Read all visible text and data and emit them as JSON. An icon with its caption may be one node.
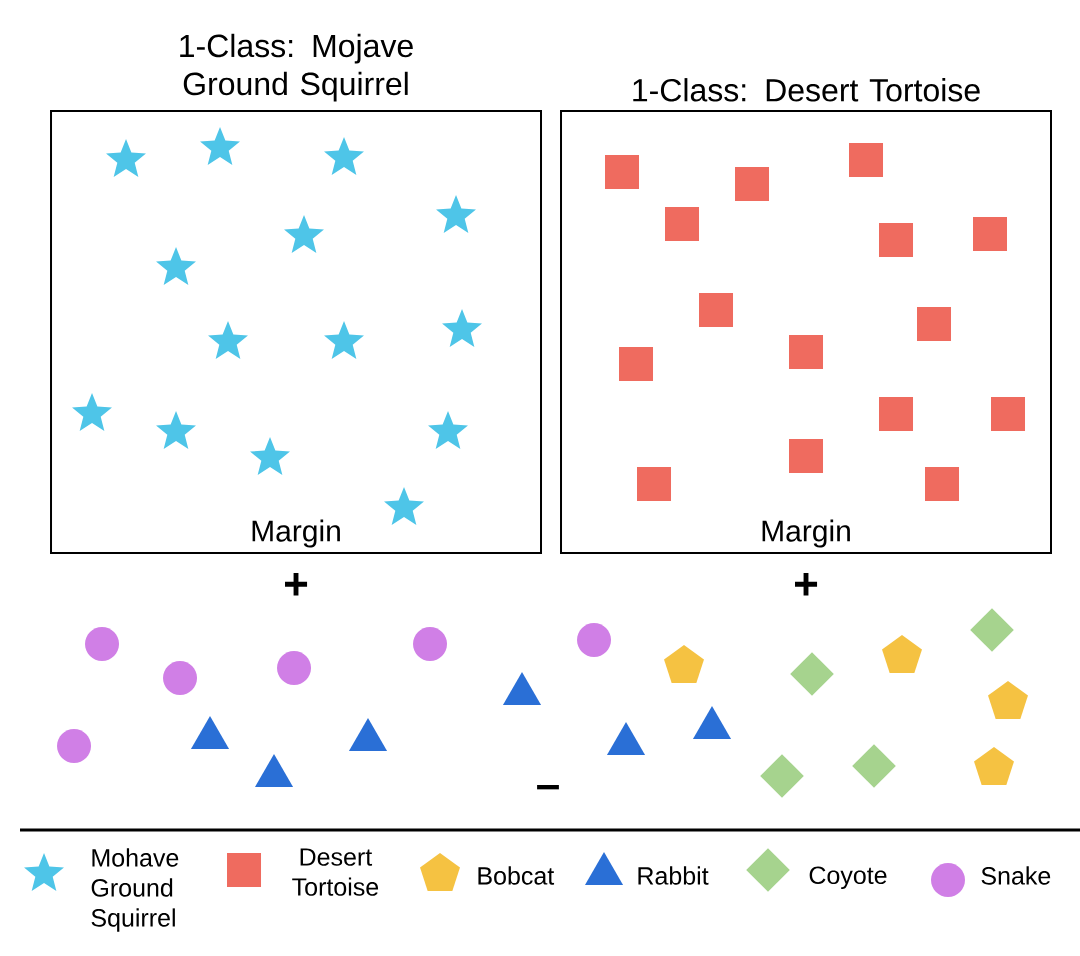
{
  "diagram": {
    "nodes": [
      {
        "text": [
          "1-Class: Mojave Ground Squirrel",
          "Margin"
        ]
      },
      {
        "text": [
          "1-Class: Desert Tortoise",
          "Margin"
        ]
      }
    ],
    "labels": [
      "+",
      "+",
      "–"
    ],
    "legend": [
      {
        "text": "Mohave Ground Squirrel"
      },
      {
        "text": "Desert Tortoise"
      },
      {
        "text": "Bobcat"
      },
      {
        "text": "Rabbit"
      },
      {
        "text": "Coyote"
      },
      {
        "text": "Snake"
      }
    ]
  }
}
